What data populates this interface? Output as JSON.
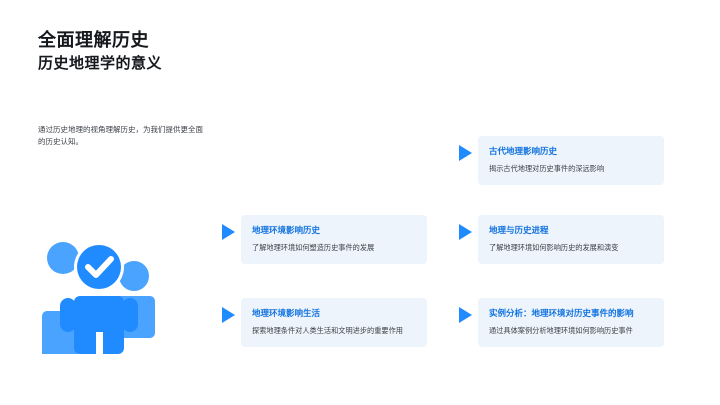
{
  "header": {
    "title_main": "全面理解历史",
    "title_sub": "历史地理学的意义"
  },
  "intro": {
    "text": "通过历史地理的视角理解历史，为我们提供更全面的历史认知。"
  },
  "illustration": {
    "name": "people-check-illustration",
    "colors": {
      "primary": "#1f8bff",
      "secondary": "#4aa3ff"
    }
  },
  "colors": {
    "accent": "#1273e0",
    "arrow": "#1f8bff",
    "card_bg": "#eef4fb",
    "text": "#3c4148",
    "heading": "#15181c"
  },
  "cards": [
    {
      "title": "古代地理影响历史",
      "desc": "揭示古代地理对历史事件的深远影响"
    },
    {
      "title": "地理环境影响历史",
      "desc": "了解地理环境如何塑造历史事件的发展"
    },
    {
      "title": "地理与历史进程",
      "desc": "了解地理环境如何影响历史的发展和演变"
    },
    {
      "title": "地理环境影响生活",
      "desc": "探索地理条件对人类生活和文明进步的重要作用"
    },
    {
      "title": "实例分析：地理环境对历史事件的影响",
      "desc": "通过具体案例分析地理环境如何影响历史事件"
    }
  ]
}
